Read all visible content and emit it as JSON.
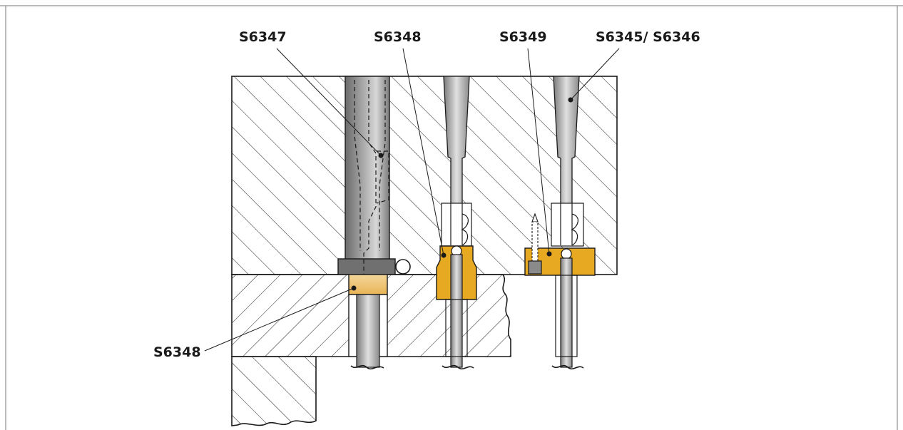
{
  "callouts": [
    {
      "id": "s6347",
      "text": "S6347"
    },
    {
      "id": "s6348-top",
      "text": "S6348"
    },
    {
      "id": "s6349",
      "text": "S6349"
    },
    {
      "id": "s6345-s6346",
      "text": "S6345/ S6346"
    },
    {
      "id": "s6348-left",
      "text": "S6348"
    }
  ],
  "colors": {
    "line": "#1a1a1a",
    "hatch": "#222222",
    "brass": "#E8A922",
    "brass_light": "#F6D9A0",
    "steel_dark": "#707070",
    "steel_mid": "#9a9a9a",
    "steel_light": "#c8c8c8"
  }
}
